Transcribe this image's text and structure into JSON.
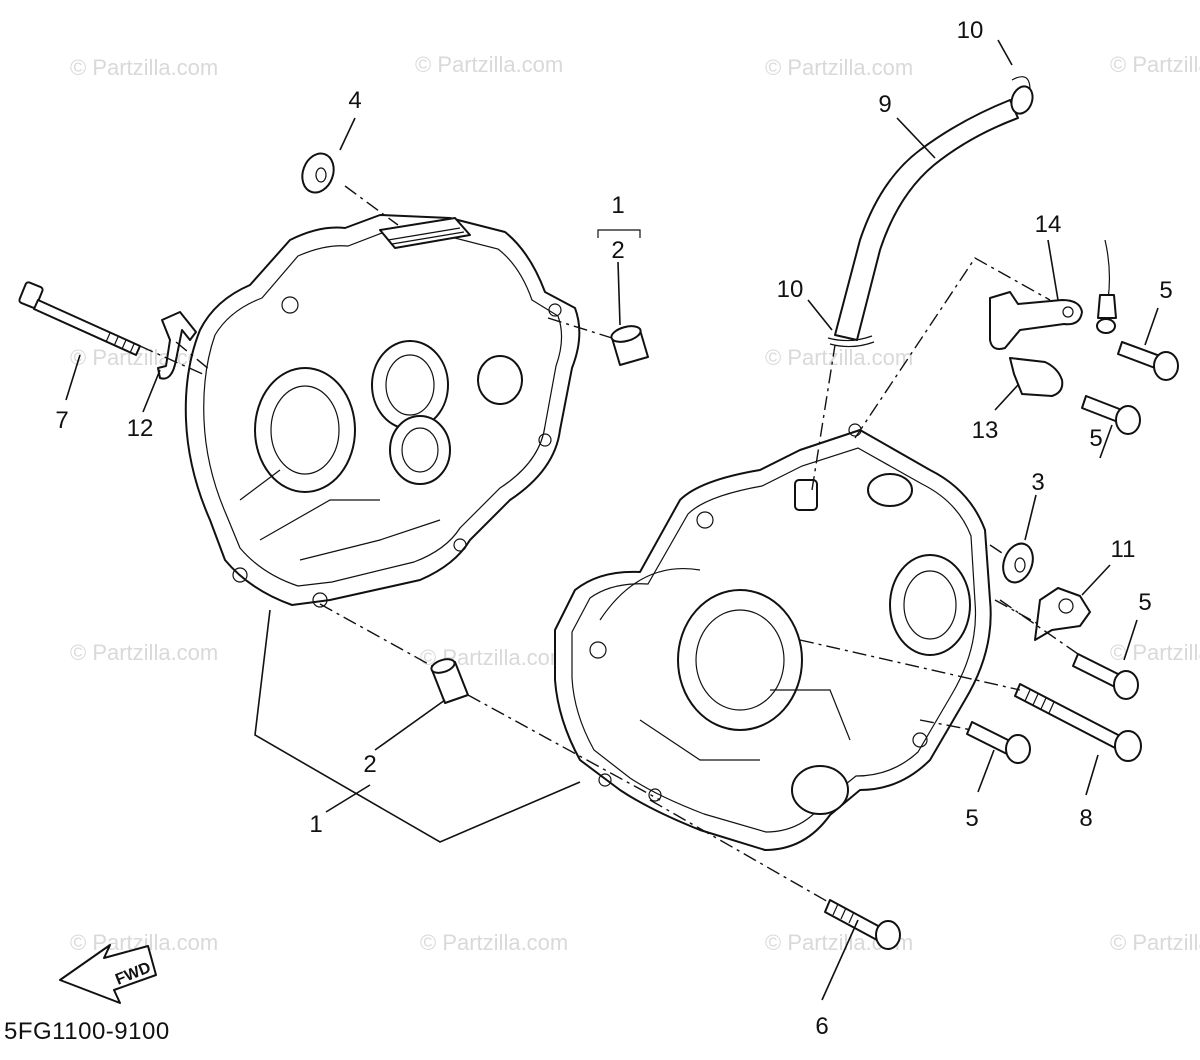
{
  "watermark": "© Partzilla.com",
  "diagram_code": "5FG1100-9100",
  "fwd_label": "FWD",
  "callouts": {
    "c1a": "1",
    "c1b": "1",
    "c2a": "2",
    "c2b": "2",
    "c3": "3",
    "c4": "4",
    "c5a": "5",
    "c5b": "5",
    "c5c": "5",
    "c5d": "5",
    "c6": "6",
    "c7": "7",
    "c8": "8",
    "c9": "9",
    "c10a": "10",
    "c10b": "10",
    "c11": "11",
    "c12": "12",
    "c13": "13",
    "c14": "14"
  }
}
